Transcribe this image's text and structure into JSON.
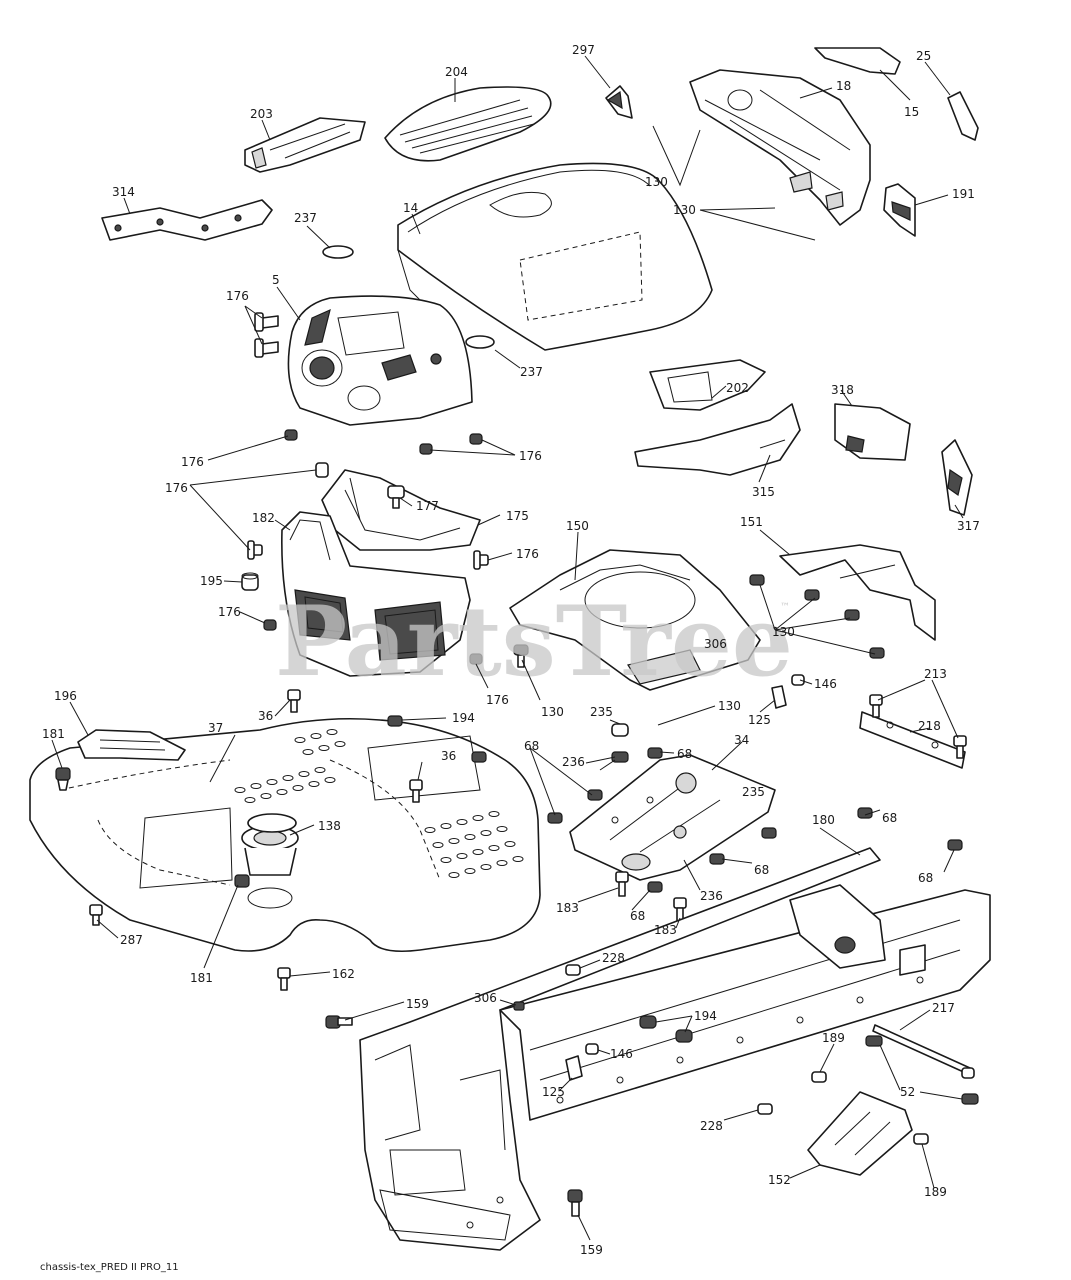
{
  "watermark": {
    "text": "PartsTree",
    "trademark": "™"
  },
  "caption": "chassis-tex_PRED II PRO_11",
  "labels": {
    "l204": "204",
    "l297": "297",
    "l18": "18",
    "l25": "25",
    "l15": "15",
    "l203": "203",
    "l314": "314",
    "l237a": "237",
    "l14": "14",
    "l130a": "130",
    "l191": "191",
    "l130b": "130",
    "l176a": "176",
    "l5": "5",
    "l237b": "237",
    "l202": "202",
    "l318": "318",
    "l315": "315",
    "l317": "317",
    "l176b": "176",
    "l176c": "176",
    "l176d": "176",
    "l177": "177",
    "l182": "182",
    "l175": "175",
    "l176e": "176",
    "l150": "150",
    "l151": "151",
    "l195": "195",
    "l176f": "176",
    "l130c": "130",
    "l306a": "306",
    "l146a": "146",
    "l176g": "176",
    "l130d": "130",
    "l125a": "125",
    "l213": "213",
    "l196": "196",
    "l36a": "36",
    "l194a": "194",
    "l235a": "235",
    "l130e": "130",
    "l218": "218",
    "l181a": "181",
    "l37": "37",
    "l36b": "36",
    "l68a": "68",
    "l34": "34",
    "l236a": "236",
    "l68b": "68",
    "l235b": "235",
    "l138": "138",
    "l180": "180",
    "l68c": "68",
    "l68d": "68",
    "l183a": "183",
    "l68e": "68",
    "l236b": "236",
    "l68f": "68",
    "l183b": "183",
    "l287": "287",
    "l181b": "181",
    "l162": "162",
    "l228a": "228",
    "l159a": "159",
    "l306b": "306",
    "l194b": "194",
    "l217": "217",
    "l189a": "189",
    "l146b": "146",
    "l52": "52",
    "l125b": "125",
    "l228b": "228",
    "l152": "152",
    "l189b": "189",
    "l159b": "159"
  }
}
